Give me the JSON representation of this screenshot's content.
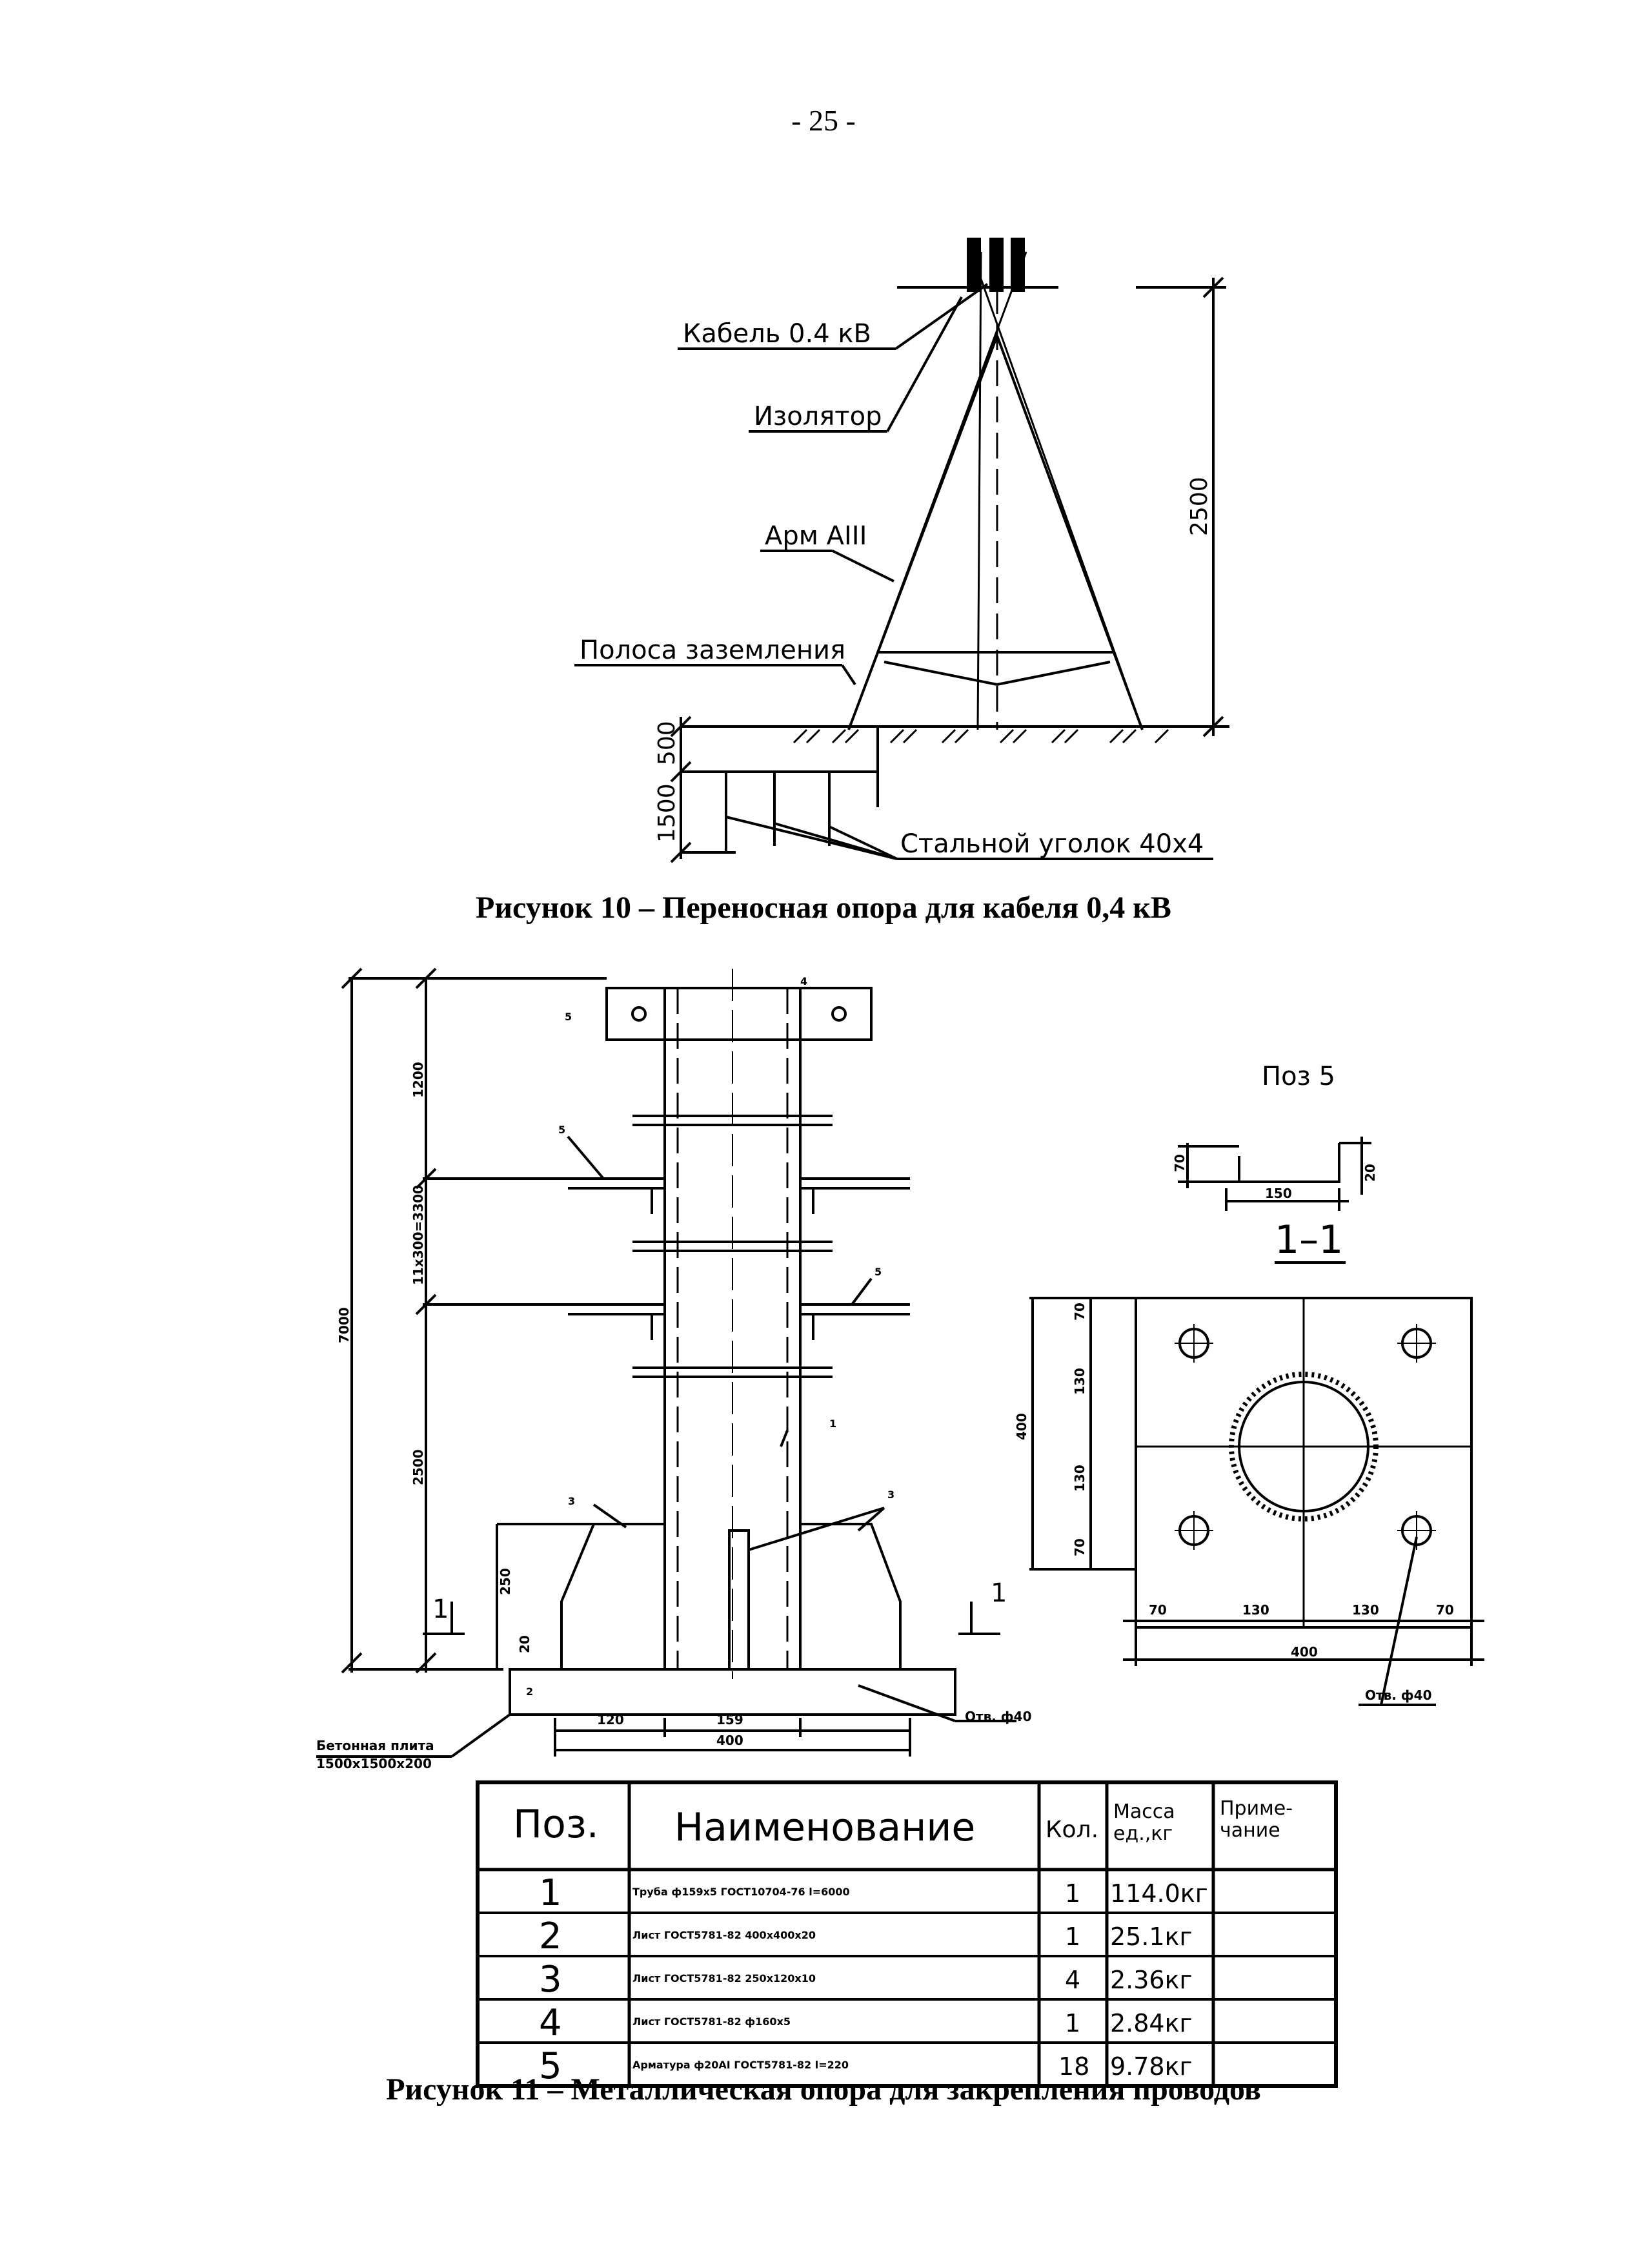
{
  "page": {
    "number": "- 25 -"
  },
  "figure10": {
    "caption": "Рисунок 10 – Переносная опора для кабеля 0,4 кВ",
    "labels": {
      "cable": "Кабель 0.4 кВ",
      "insulator": "Изолятор",
      "rebar": "Арм AIII",
      "ground_strip": "Полоса заземления",
      "angle": "Стальной уголок 40х4"
    },
    "dims": {
      "height": "2500",
      "depth_top": "500",
      "depth_bottom": "1500"
    }
  },
  "figure11": {
    "caption": "Рисунок 11 – Металлическая опора для закрепления проводов",
    "labels": {
      "pos5_title": "Поз 5",
      "section": "1–1",
      "concrete_slab": "Бетонная плита",
      "concrete_slab_size": "1500х1500х200",
      "hole_main": "Отв. ф40",
      "hole_section": "Отв. ф40",
      "section_mark": "1"
    },
    "dims": {
      "d1200": "1200",
      "d_spacing": "11х300=3300",
      "d2500": "2500",
      "d_total": "7000",
      "d250": "250",
      "d20": "20",
      "d120": "120",
      "d159": "159",
      "d400": "400",
      "d70a": "70",
      "d150": "150",
      "d20b": "20",
      "s70": "70",
      "s130": "130",
      "s400": "400"
    },
    "callouts": [
      "1",
      "2",
      "3",
      "3",
      "4",
      "5",
      "5",
      "5"
    ],
    "table": {
      "headers": [
        "Поз.",
        "Наименование",
        "Кол.",
        "Масса ед.,кг",
        "Приме- чание"
      ],
      "rows": [
        [
          "1",
          "Труба ф159х5 ГОСТ10704-76 l=6000",
          "1",
          "114.0кг",
          ""
        ],
        [
          "2",
          "Лист ГОСТ5781-82 400х400х20",
          "1",
          "25.1кг",
          ""
        ],
        [
          "3",
          "Лист ГОСТ5781-82 250х120х10",
          "4",
          "2.36кг",
          ""
        ],
        [
          "4",
          "Лист ГОСТ5781-82 ф160х5",
          "1",
          "2.84кг",
          ""
        ],
        [
          "5",
          "Арматура ф20AI ГОСТ5781-82 l=220",
          "18",
          "9.78кг",
          ""
        ]
      ]
    }
  }
}
